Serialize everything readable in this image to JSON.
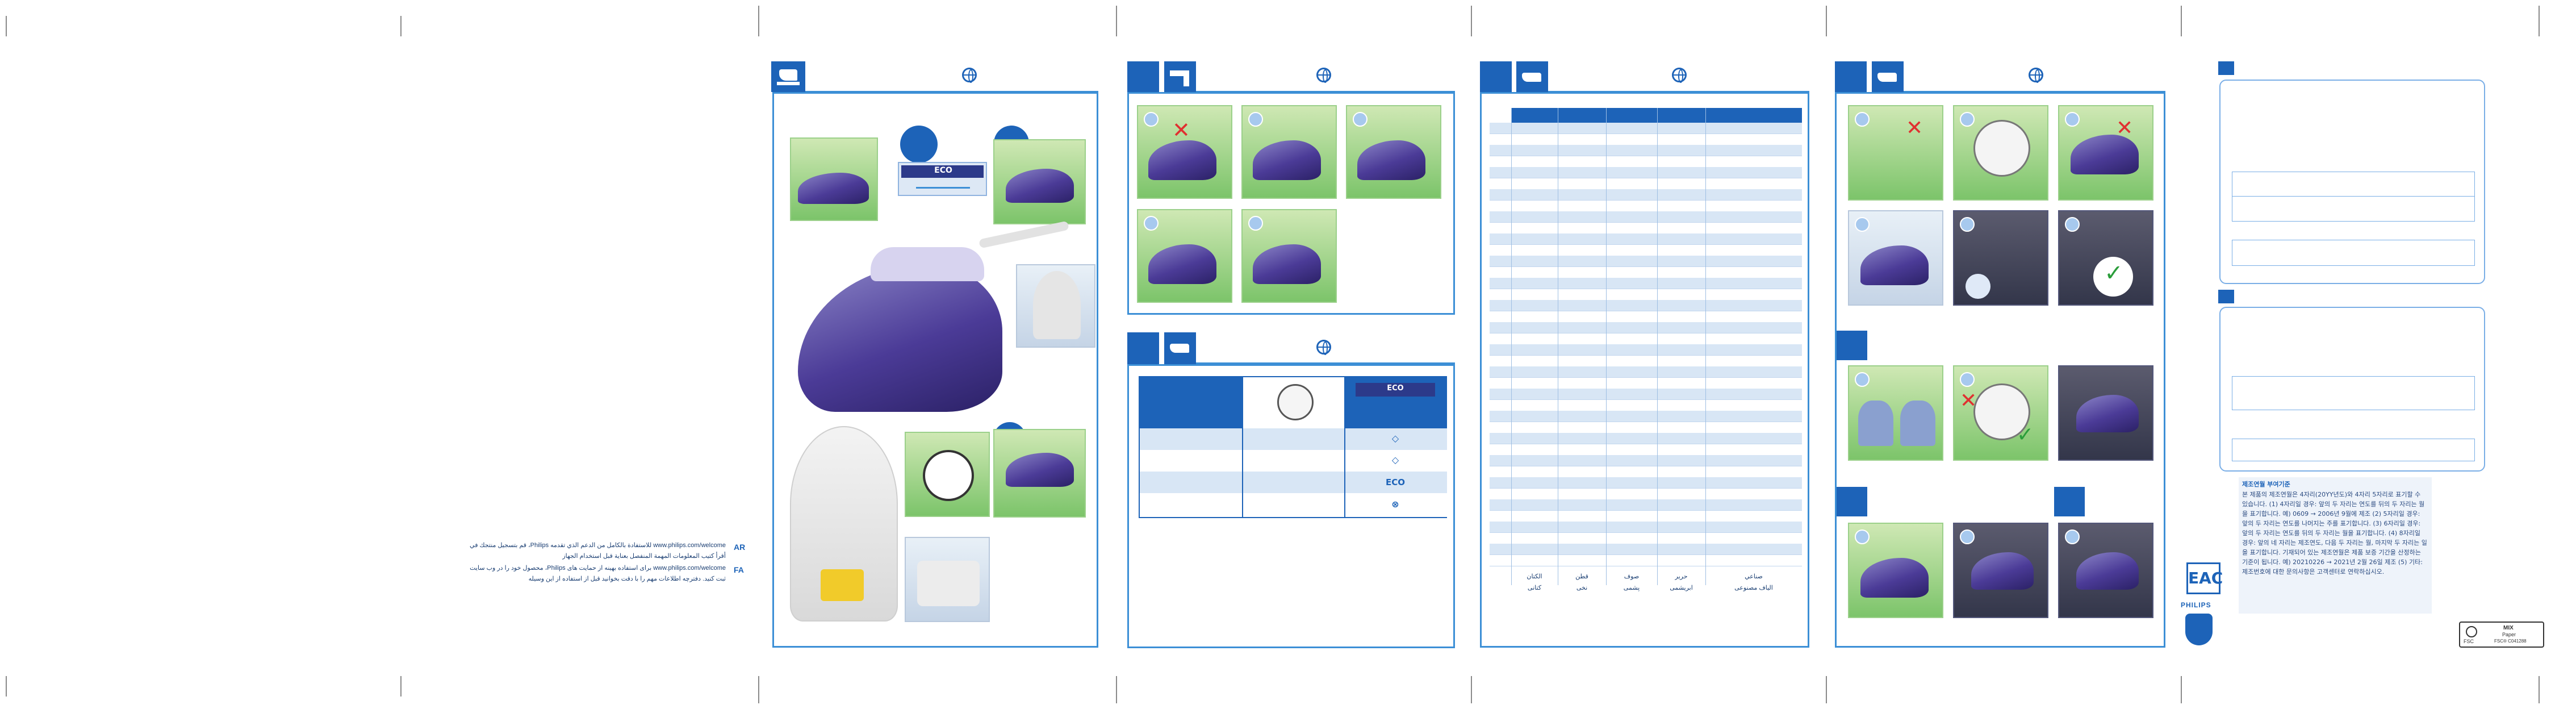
{
  "arabic_lines": {
    "ar_code": "AR",
    "fa_code": "FA",
    "ar_text": "www.philips.com/welcome للاستفادة بالكامل من الدعم الذي تقدمه Philips، قم بتسجيل منتجك في",
    "ar_sub": "أقرأ كتيب المعلومات المهمة المنفصل بعناية قبل استخدام الجهاز",
    "fa_text": "www.philips.com/welcome برای استفاده بهینه از حمایت های Philips، محصول خود را در وب سایت",
    "fa_sub": "ثبت کنید. دفترچه اطلاعات مهم را با دقت بخوانید قبل از استفاده از این وسیله"
  },
  "dial_panel": {
    "eco_label": "ECO",
    "rows": [
      "ECO"
    ]
  },
  "fabric_table": {
    "footer_row1": [
      "صناعي",
      "حرير",
      "صوف",
      "قطن",
      "الكتان"
    ],
    "footer_row2": [
      "الياف مصنوعی",
      "ابریشمی",
      "پشمی",
      "نخی",
      "کتانی"
    ]
  },
  "korean_notice": {
    "title": "제조연월 부여기준",
    "text": "본 제품의 제조연월은 4자리(20YY년도)와 4자리 5자리로 표기할 수 있습니다. (1) 4자리일 경우: 앞의 두 자리는 연도를 뒤의 두 자리는 월을 표기합니다. 예) 0609 → 2006년 9월에 제조 (2) 5자리일 경우: 앞의 두 자리는 연도를 나머지는 주를 표기합니다. (3) 6자리일 경우: 앞의 두 자리는 연도를 뒤의 두 자리는 월을 표기합니다. (4) 8자리일 경우: 앞의 네 자리는 제조연도, 다음 두 자리는 월, 마지막 두 자리는 일을 표기합니다. 기재되어 있는 제조연월은 제품 보증 기간을 산정하는 기준이 됩니다. 예) 20210226 → 2021년 2월 26일 제조 (5) 기타: 제조번호에 대한 문의사항은 고객센터로 연락하십시오."
  },
  "brand": {
    "philips": "PHILIPS"
  },
  "fsc": {
    "label": "FSC",
    "mix": "MIX",
    "paper": "Paper",
    "code": "FSC® C041288"
  },
  "colors": {
    "accent": "#1d63b8",
    "border": "#3c8fd6",
    "row_tint": "#d8e6f5",
    "iron_purple": "#4b3b97"
  },
  "icons": {
    "header_icon": "iron-icon",
    "language_icon": "globe-icon",
    "eac_mark": "eac-icon",
    "brand_shield": "philips-shield-icon"
  }
}
